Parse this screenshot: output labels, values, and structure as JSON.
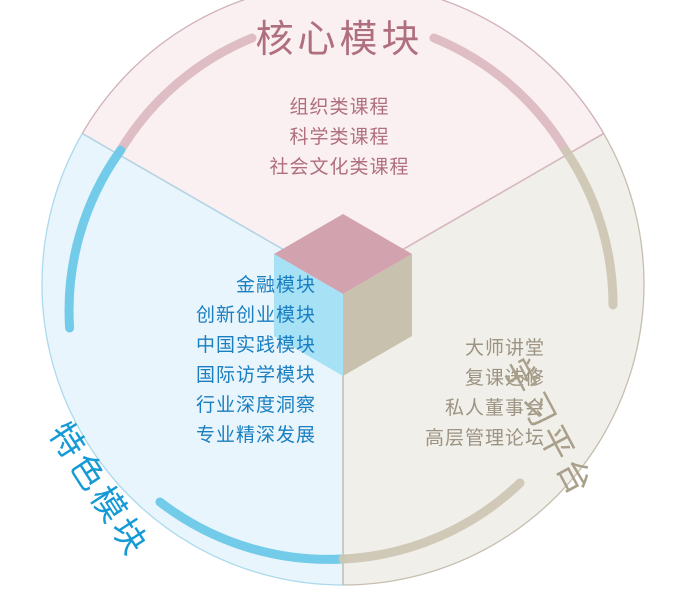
{
  "diagram": {
    "type": "three-sector-circle-with-isometric-cube",
    "colors": {
      "core_accent": "#b06f7e",
      "core_arc": "#ddb9c2",
      "core_fill": "#faf0f1",
      "feature_accent": "#1a7fc1",
      "feature_arc": "#6cc8e8",
      "feature_fill": "#e9f5fc",
      "platform_accent": "#9c9382",
      "platform_arc": "#cdc6b4",
      "platform_fill": "#f1efe9",
      "cube_top": "#d2a2af",
      "cube_left": "#a6e1f6",
      "cube_right": "#c8c1ad",
      "outline": "#c8b9ae"
    }
  },
  "core": {
    "title": "核心模块",
    "items": [
      "组织类课程",
      "科学类课程",
      "社会文化类课程"
    ]
  },
  "feature": {
    "title": "特色模块",
    "items": [
      "金融模块",
      "创新创业模块",
      "中国实践模块",
      "国际访学模块",
      "行业深度洞察",
      "专业精深发展"
    ]
  },
  "platform": {
    "title": "学习平台",
    "items": [
      "大师讲堂",
      "复课选修",
      "私人董事会",
      "高层管理论坛"
    ]
  }
}
